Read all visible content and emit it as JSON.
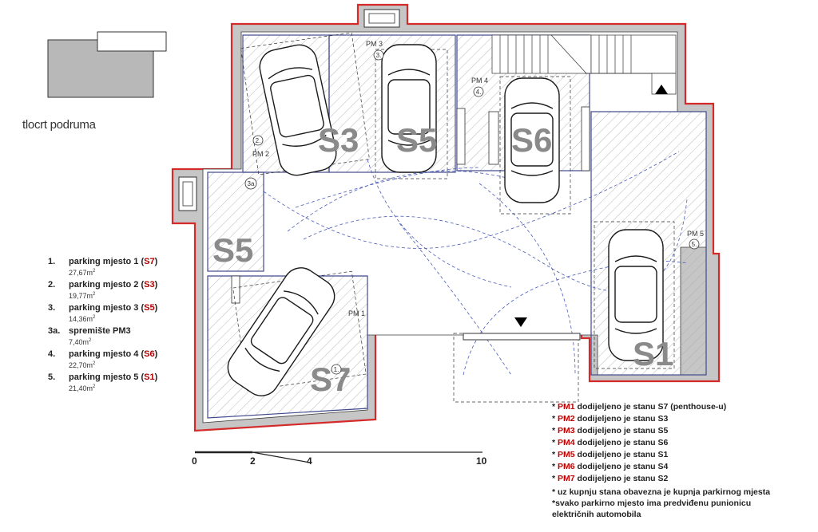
{
  "title": "tlocrt podruma",
  "zones": {
    "s3": "S3",
    "s5_top": "S5",
    "s6": "S6",
    "s5_store": "S5",
    "s7": "S7",
    "s1": "S1"
  },
  "pm_labels": {
    "pm1": "PM 1",
    "pm2": "PM 2",
    "pm3": "PM 3",
    "pm4": "PM 4",
    "pm5": "PM 5"
  },
  "circle_numbers": {
    "n1": "1.",
    "n2": "2.",
    "n3": "3.",
    "n3a": "3a",
    "n4": "4.",
    "n5": "5."
  },
  "legend": [
    {
      "num": "1.",
      "text": "parking mjesto 1 (",
      "code": "S7",
      "close": ")",
      "area": "27,67m",
      "unit_sup": "2"
    },
    {
      "num": "2.",
      "text": "parking mjesto 2 (",
      "code": "S3",
      "close": ")",
      "area": "19,77m",
      "unit_sup": "2"
    },
    {
      "num": "3.",
      "text": "parking mjesto 3 (",
      "code": "S5",
      "close": ")",
      "area": "14,36m",
      "unit_sup": "2"
    },
    {
      "num": "3a.",
      "text": "spremište PM3",
      "code": "",
      "close": "",
      "area": "7,40m",
      "unit_sup": "2"
    },
    {
      "num": "4.",
      "text": "parking mjesto 4 (",
      "code": "S6",
      "close": ")",
      "area": "22,70m",
      "unit_sup": "2"
    },
    {
      "num": "5.",
      "text": "parking mjesto 5 (",
      "code": "S1",
      "close": ")",
      "area": "21,40m",
      "unit_sup": "2"
    }
  ],
  "scale": {
    "t0": "0",
    "t2": "2",
    "t4": "4",
    "t10": "10"
  },
  "notes": [
    {
      "star": "*",
      "pm": "PM1",
      "text": "dodijeljeno je stanu S7 (penthouse-u)"
    },
    {
      "star": "*",
      "pm": "PM2",
      "text": "dodijeljeno je stanu S3"
    },
    {
      "star": "*",
      "pm": "PM3",
      "text": "dodijeljeno je stanu S5"
    },
    {
      "star": "*",
      "pm": "PM4",
      "text": "dodijeljeno je stanu S6"
    },
    {
      "star": "*",
      "pm": "PM5",
      "text": "dodijeljeno je stanu S1"
    },
    {
      "star": "*",
      "pm": "PM6",
      "text": "dodijeljeno je stanu S4"
    },
    {
      "star": "*",
      "pm": "PM7",
      "text": "dodijeljeno je stanu S2"
    }
  ],
  "footnotes": {
    "f1": "* uz kupnju stana obavezna je kupnja parkirnog mjesta",
    "f2": "*svako parkirno mjesto ima predviđenu punionicu",
    "f3": "električnih automobila"
  },
  "colors": {
    "wall_outline": "#d42a2a",
    "wall_fill": "#c9c9c9",
    "zone_stroke": "#3f4a8c",
    "hatch": "#9a9a9a",
    "accent_red": "#c00000"
  }
}
